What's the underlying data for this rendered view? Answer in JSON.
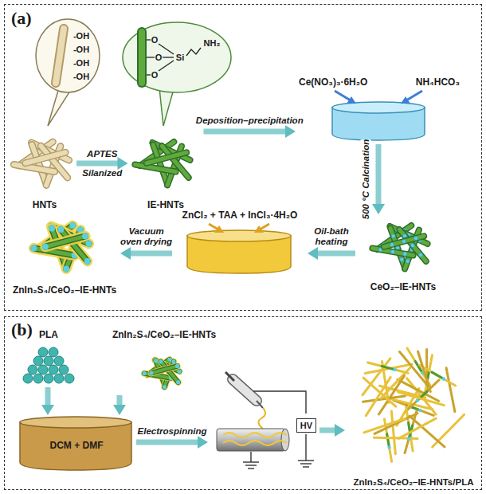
{
  "diagram": {
    "nodes": [
      {
        "text": [
          "(a)"
        ]
      },
      {
        "text": [
          "HNTs"
        ],
        "in": 0
      },
      {
        "text": [
          "IE-HNTs"
        ],
        "in": 0
      },
      {
        "text": [
          "Ce(NO₃)₃·6H₂O",
          "NH₄HCO₃"
        ],
        "in": 0
      },
      {
        "text": [
          "CeO₂–IE-HNTs"
        ],
        "in": 0
      },
      {
        "text": [
          "ZnCl₂ + TAA + InCl₃·4H₂O"
        ],
        "in": 0
      },
      {
        "text": [
          "ZnIn₂S₄/CeO₂–IE-HNTs"
        ],
        "in": 0
      },
      {
        "text": [
          "(b)"
        ]
      },
      {
        "text": [
          "PLA"
        ],
        "in": 7
      },
      {
        "text": [
          "ZnIn₂S₄/CeO₂–IE-HNTs"
        ],
        "in": 7
      },
      {
        "text": [
          "DCM + DMF"
        ],
        "in": 7
      },
      {
        "text": [
          "HV"
        ],
        "in": 7
      },
      {
        "text": [
          "ZnIn₂S₄/CeO₂–IE-HNTs/PLA"
        ],
        "in": 7
      }
    ],
    "edges": [
      {
        "from": 1,
        "to": 2,
        "arrow": "to",
        "label": "APTES Silanized"
      },
      {
        "from": 2,
        "to": 3,
        "arrow": "to",
        "label": "Deposition–precipitation"
      },
      {
        "from": 3,
        "to": 4,
        "arrow": "to",
        "label": "500 °C Calcination"
      },
      {
        "from": 4,
        "to": 5,
        "arrow": "to",
        "label": "Oil-bath heating"
      },
      {
        "from": 5,
        "to": 6,
        "arrow": "to",
        "label": "Vacuum oven drying"
      },
      {
        "from": 8,
        "to": 10,
        "arrow": "to"
      },
      {
        "from": 9,
        "to": 10,
        "arrow": "to"
      },
      {
        "from": 10,
        "to": 11,
        "arrow": "to",
        "label": "Electrospinning"
      },
      {
        "from": 11,
        "to": 12,
        "arrow": "to"
      }
    ],
    "labels": [
      "-OH",
      "-OH",
      "-OH",
      "-OH",
      "O",
      "O",
      "O",
      "Si",
      "NH₂"
    ]
  }
}
